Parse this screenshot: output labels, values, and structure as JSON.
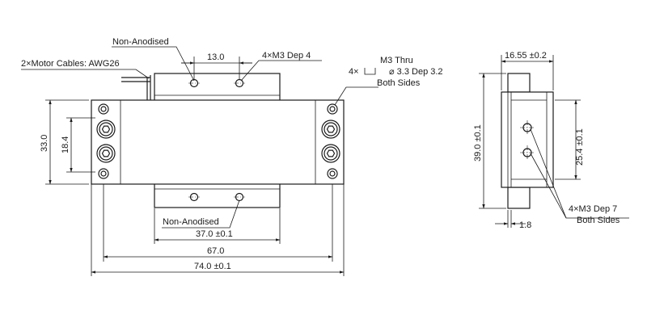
{
  "front_view": {
    "annotations": {
      "non_anodised_top": "Non-Anodised",
      "non_anodised_bottom": "Non-Anodised",
      "motor_cables": "2×Motor Cables: AWG26",
      "m3_dep4": "4×M3 Dep 4",
      "m3_thru_line1": "M3 Thru",
      "m3_thru_line2": "4×",
      "m3_thru_line2b": "⌀ 3.3 Dep 3.2",
      "m3_thru_line3": "Both Sides"
    },
    "dimensions": {
      "hole_spacing_top": "13.0",
      "height_total": "33.0",
      "height_inner": "18.4",
      "base_width": "37.0 ±0.1",
      "mount_width": "67.0",
      "total_width": "74.0 ±0.1"
    }
  },
  "side_view": {
    "annotations": {
      "m3_dep7_line1": "4×M3 Dep 7",
      "m3_dep7_line2": "Both Sides"
    },
    "dimensions": {
      "width": "16.55 ±0.2",
      "height_total": "39.0 ±0.1",
      "height_inner": "25.4 ±0.1",
      "lip": "1.8"
    }
  }
}
